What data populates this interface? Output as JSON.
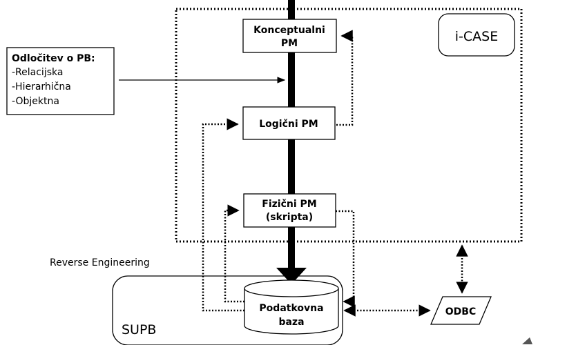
{
  "decision_box": {
    "title": "Odločitev o PB:",
    "options": [
      "-Relacijska",
      "-Hierarhična",
      "-Objektna"
    ]
  },
  "icase_label": "i-CASE",
  "conceptual_model": {
    "line1": "Konceptualni",
    "line2": "PM"
  },
  "logical_model": "Logični PM",
  "physical_model": {
    "line1": "Fizični PM",
    "line2": "(skripta)"
  },
  "reverse_engineering_label": "Reverse Engineering",
  "database": {
    "line1": "Podatkovna",
    "line2": "baza"
  },
  "supb_label": "SUPB",
  "odbc_label": "ODBC",
  "colors": {
    "line": "#000000",
    "background": "#ffffff"
  }
}
